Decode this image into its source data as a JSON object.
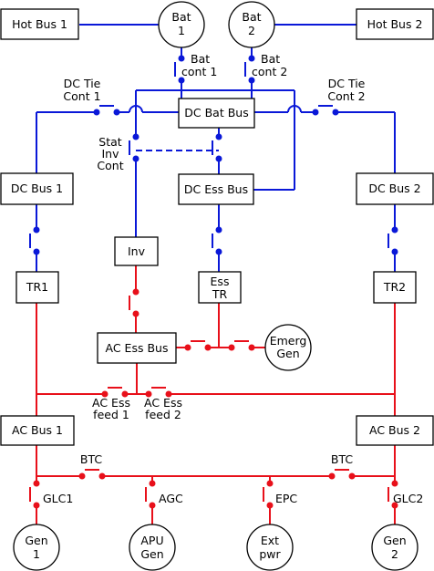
{
  "colors": {
    "dc": "#0a18d8",
    "ac": "#e8101a"
  },
  "buses": {
    "hot_bus_1": "Hot Bus 1",
    "hot_bus_2": "Hot Bus 2",
    "dc_bat_bus": "DC Bat Bus",
    "dc_bus_1": "DC Bus 1",
    "dc_ess_bus": "DC Ess Bus",
    "dc_bus_2": "DC Bus 2",
    "inv": "Inv",
    "tr1": "TR1",
    "ess_tr_line1": "Ess",
    "ess_tr_line2": "TR",
    "tr2": "TR2",
    "ac_ess_bus": "AC Ess Bus",
    "ac_bus_1": "AC Bus 1",
    "ac_bus_2": "AC Bus 2"
  },
  "sources": {
    "bat1_l1": "Bat",
    "bat1_l2": "1",
    "bat2_l1": "Bat",
    "bat2_l2": "2",
    "emerg_l1": "Emerg",
    "emerg_l2": "Gen",
    "gen1_l1": "Gen",
    "gen1_l2": "1",
    "apu_l1": "APU",
    "apu_l2": "Gen",
    "ext_l1": "Ext",
    "ext_l2": "pwr",
    "gen2_l1": "Gen",
    "gen2_l2": "2"
  },
  "contactors": {
    "bat_cont_1_l1": "Bat",
    "bat_cont_1_l2": "cont 1",
    "bat_cont_2_l1": "Bat",
    "bat_cont_2_l2": "cont 2",
    "dc_tie_1_l1": "DC Tie",
    "dc_tie_1_l2": "Cont 1",
    "dc_tie_2_l1": "DC Tie",
    "dc_tie_2_l2": "Cont 2",
    "stat_inv_l1": "Stat",
    "stat_inv_l2": "Inv",
    "stat_inv_l3": "Cont",
    "ac_ess_feed_1_l1": "AC Ess",
    "ac_ess_feed_1_l2": "feed 1",
    "ac_ess_feed_2_l1": "AC Ess",
    "ac_ess_feed_2_l2": "feed 2",
    "btc_1": "BTC",
    "btc_2": "BTC",
    "glc1": "GLC1",
    "agc": "AGC",
    "epc": "EPC",
    "glc2": "GLC2"
  }
}
